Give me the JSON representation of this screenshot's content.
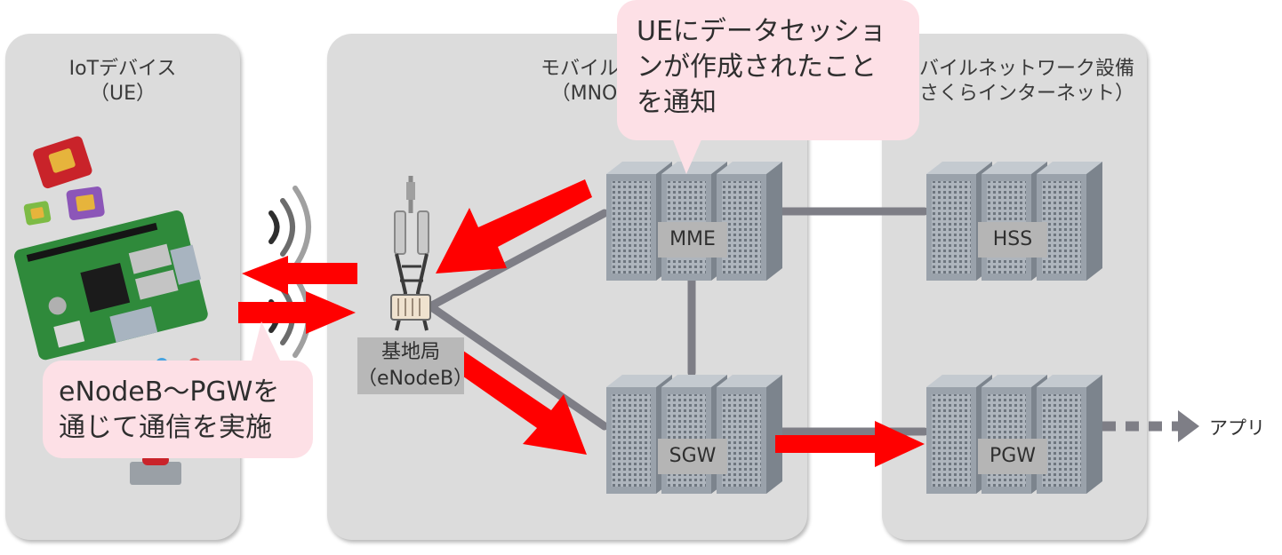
{
  "panels": {
    "ue": {
      "title": "IoTデバイス",
      "subtitle": "（UE）"
    },
    "mno": {
      "title": "モバイルネットワーク",
      "subtitle": "（MNO）"
    },
    "sakura": {
      "title": "モバイルネットワーク設備",
      "subtitle": "（さくらインターネット）"
    }
  },
  "base_station": {
    "label": "基地局",
    "sublabel": "（eNodeB）"
  },
  "nodes": {
    "mme": "MME",
    "sgw": "SGW",
    "hss": "HSS",
    "pgw": "PGW"
  },
  "app_label": "アプリ",
  "callouts": {
    "top": {
      "lines": [
        "UEにデータセッショ",
        "ンが作成されたこと",
        "を通知"
      ]
    },
    "bottom": {
      "lines": [
        "eNodeB〜PGWを",
        "通じて通信を実施"
      ]
    }
  },
  "colors": {
    "panel": "#dcdcdc",
    "callout": "#fde0e6",
    "arrow": "#ff0000",
    "link": "#7e7e86",
    "node_label_bg": "#b5b5b5"
  }
}
